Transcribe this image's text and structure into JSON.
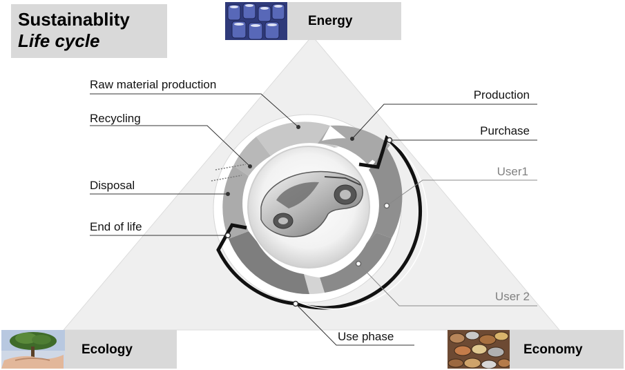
{
  "title": {
    "line1": "Sustainablity",
    "line2": "Life cycle"
  },
  "corners": {
    "energy": {
      "label": "Energy",
      "image_icon": "battery-stack-icon"
    },
    "ecology": {
      "label": "Ecology",
      "image_icon": "tree-in-hands-icon"
    },
    "economy": {
      "label": "Economy",
      "image_icon": "coins-pile-icon"
    }
  },
  "cycle_labels": {
    "raw_material": "Raw material production",
    "recycling": "Recycling",
    "disposal": "Disposal",
    "end_of_life": "End of life",
    "production": "Production",
    "purchase": "Purchase",
    "user1": "User1",
    "user2": "User 2",
    "use_phase": "Use phase"
  },
  "center_icon": "concept-car-icon",
  "colors": {
    "triangle": "#efefef",
    "box": "#d9d9d9",
    "segment_light": "#bdbdbd",
    "segment_mid": "#a6a6a6",
    "segment_dark": "#808080",
    "muted_text": "#808080"
  }
}
